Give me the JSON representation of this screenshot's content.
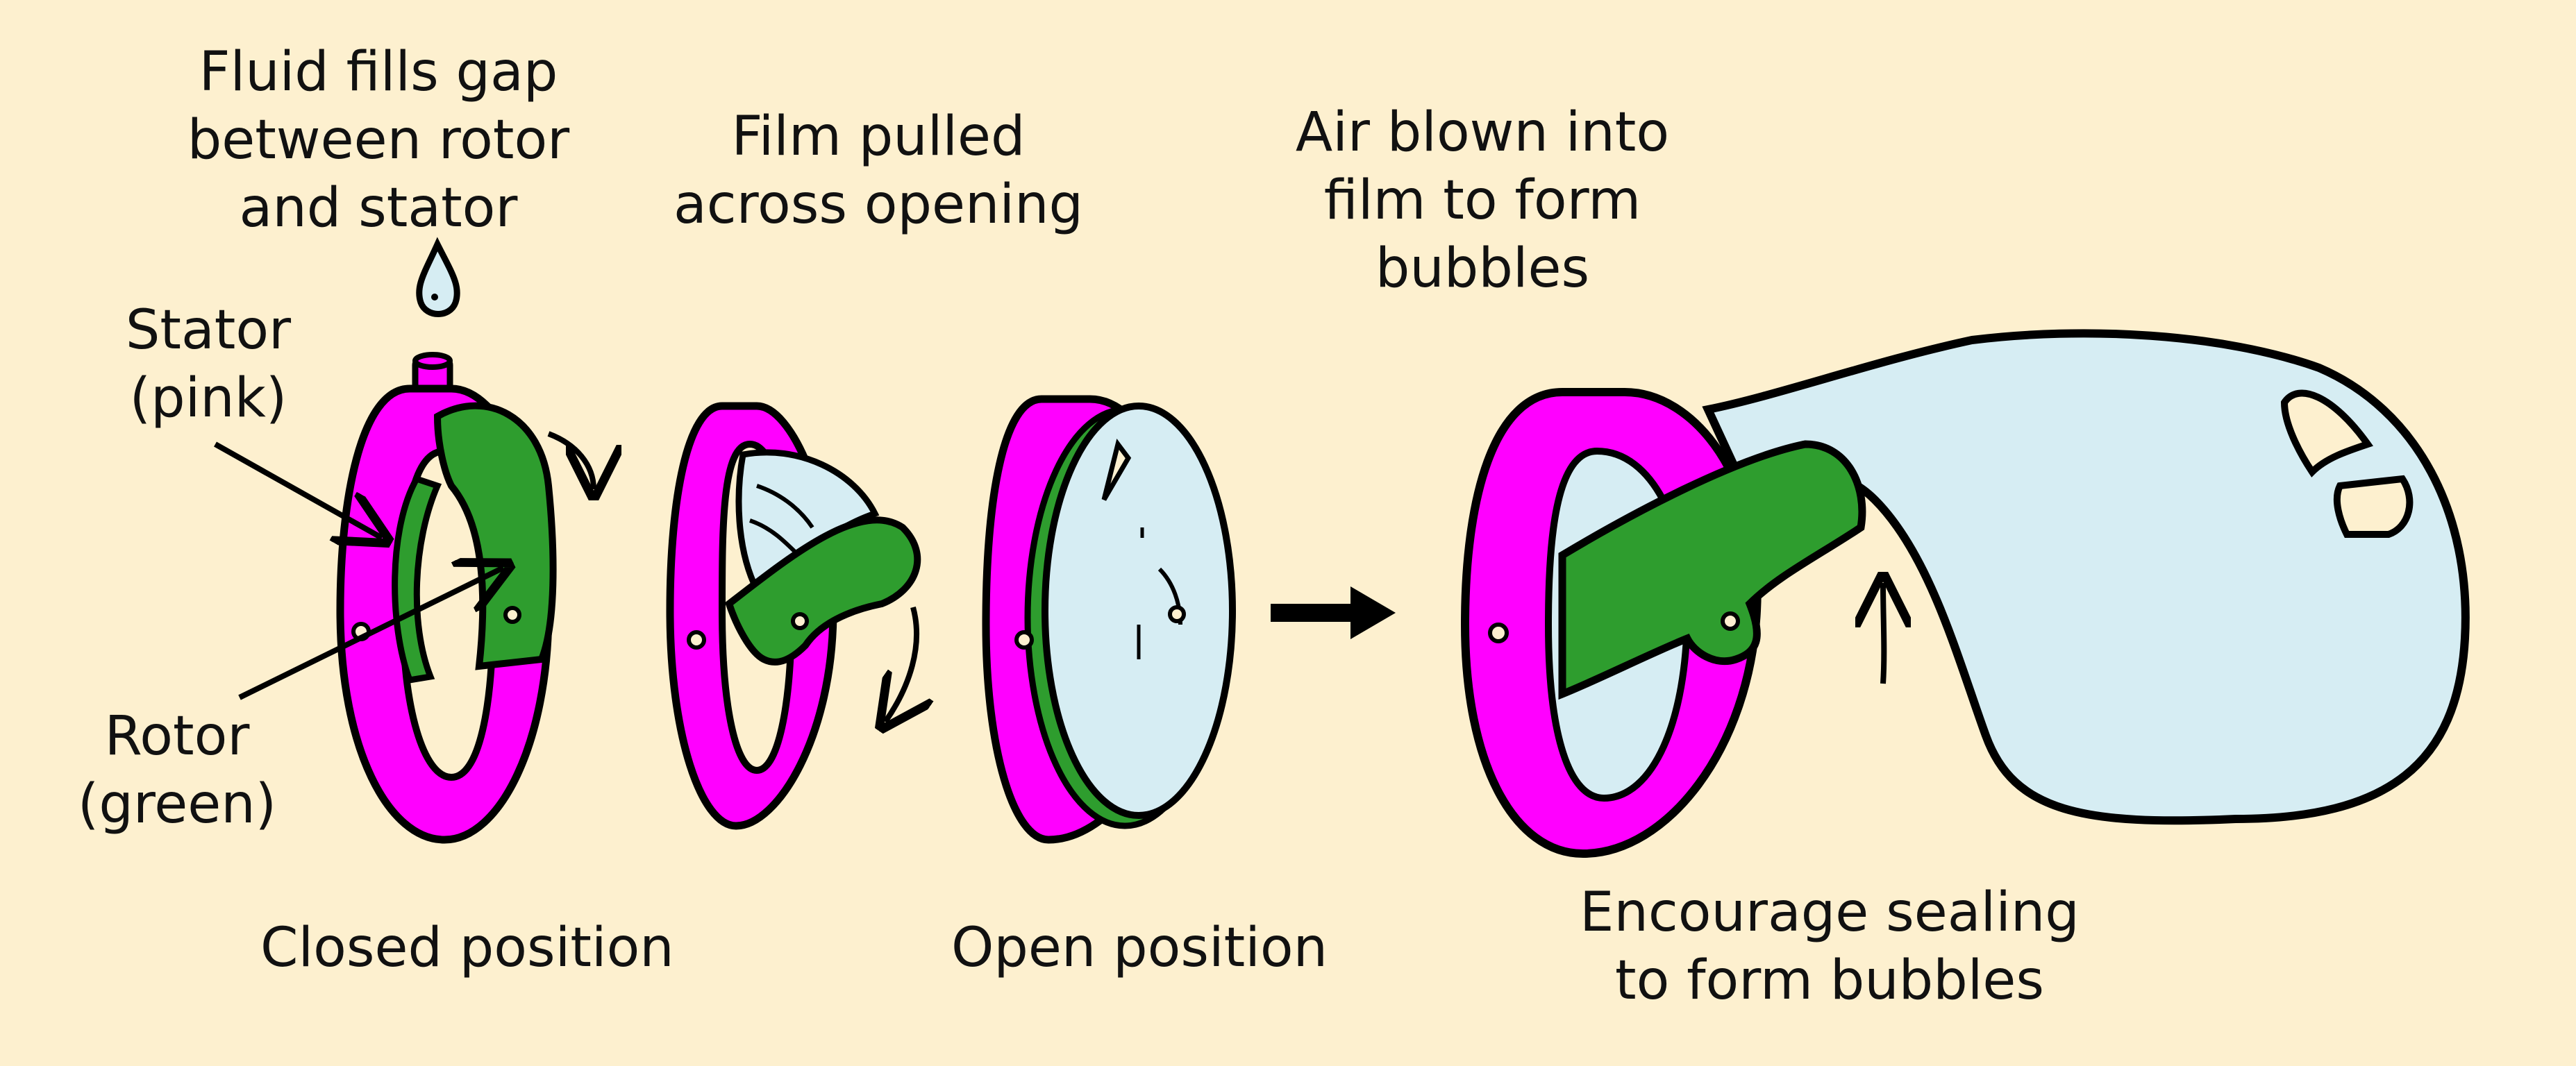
{
  "labels": {
    "fluid": "Fluid fills gap\nbetween rotor\nand stator",
    "film_pulled": "Film pulled\nacross opening",
    "air_blown": "Air blown into\nfilm to form\nbubbles",
    "stator": "Stator\n(pink)",
    "rotor": "Rotor\n(green)",
    "closed": "Closed position",
    "open": "Open position",
    "sealing": "Encourage sealing\nto form bubbles"
  },
  "colors": {
    "background": "#fdf0cf",
    "stator": "#ff00ff",
    "rotor": "#2e9d2e",
    "film": "#d6edf3",
    "outline": "#000000"
  }
}
